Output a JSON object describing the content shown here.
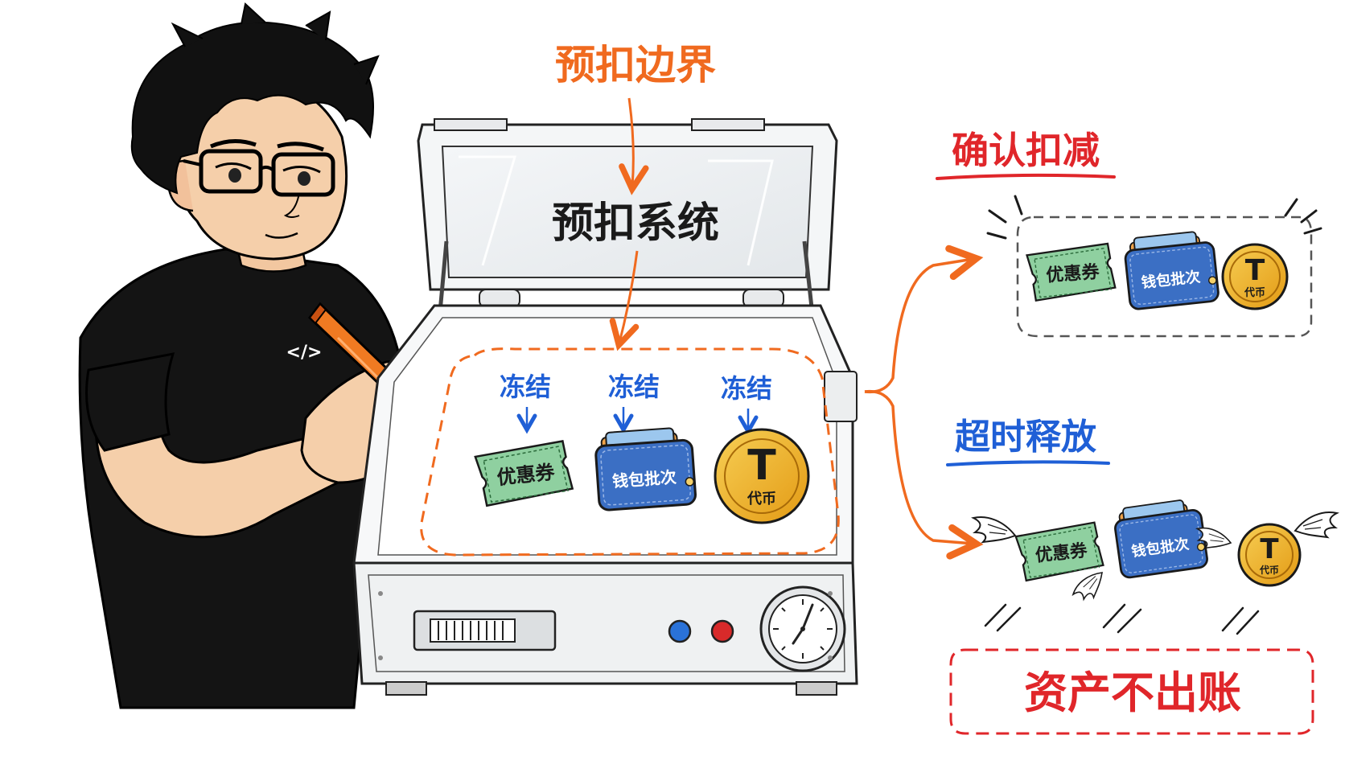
{
  "labels": {
    "boundary_title": "预扣边界",
    "system_label": "预扣系统",
    "freeze": [
      "冻结",
      "冻结",
      "冻结"
    ],
    "confirm_title": "确认扣减",
    "timeout_title": "超时释放",
    "no_payout": "资产不出账",
    "shirt_logo": "</>"
  },
  "assets": {
    "coupon": "优惠券",
    "wallet": "钱包批次",
    "token_symbol": "T",
    "token_label": "代币"
  },
  "colors": {
    "orange": "#f06a1f",
    "red": "#e0262a",
    "blue": "#1f5fd6",
    "coupon_green": "#8fd0a0",
    "wallet_blue": "#3b6fc4",
    "coin_gold": "#f2b52c",
    "ink": "#1a1a1a"
  }
}
